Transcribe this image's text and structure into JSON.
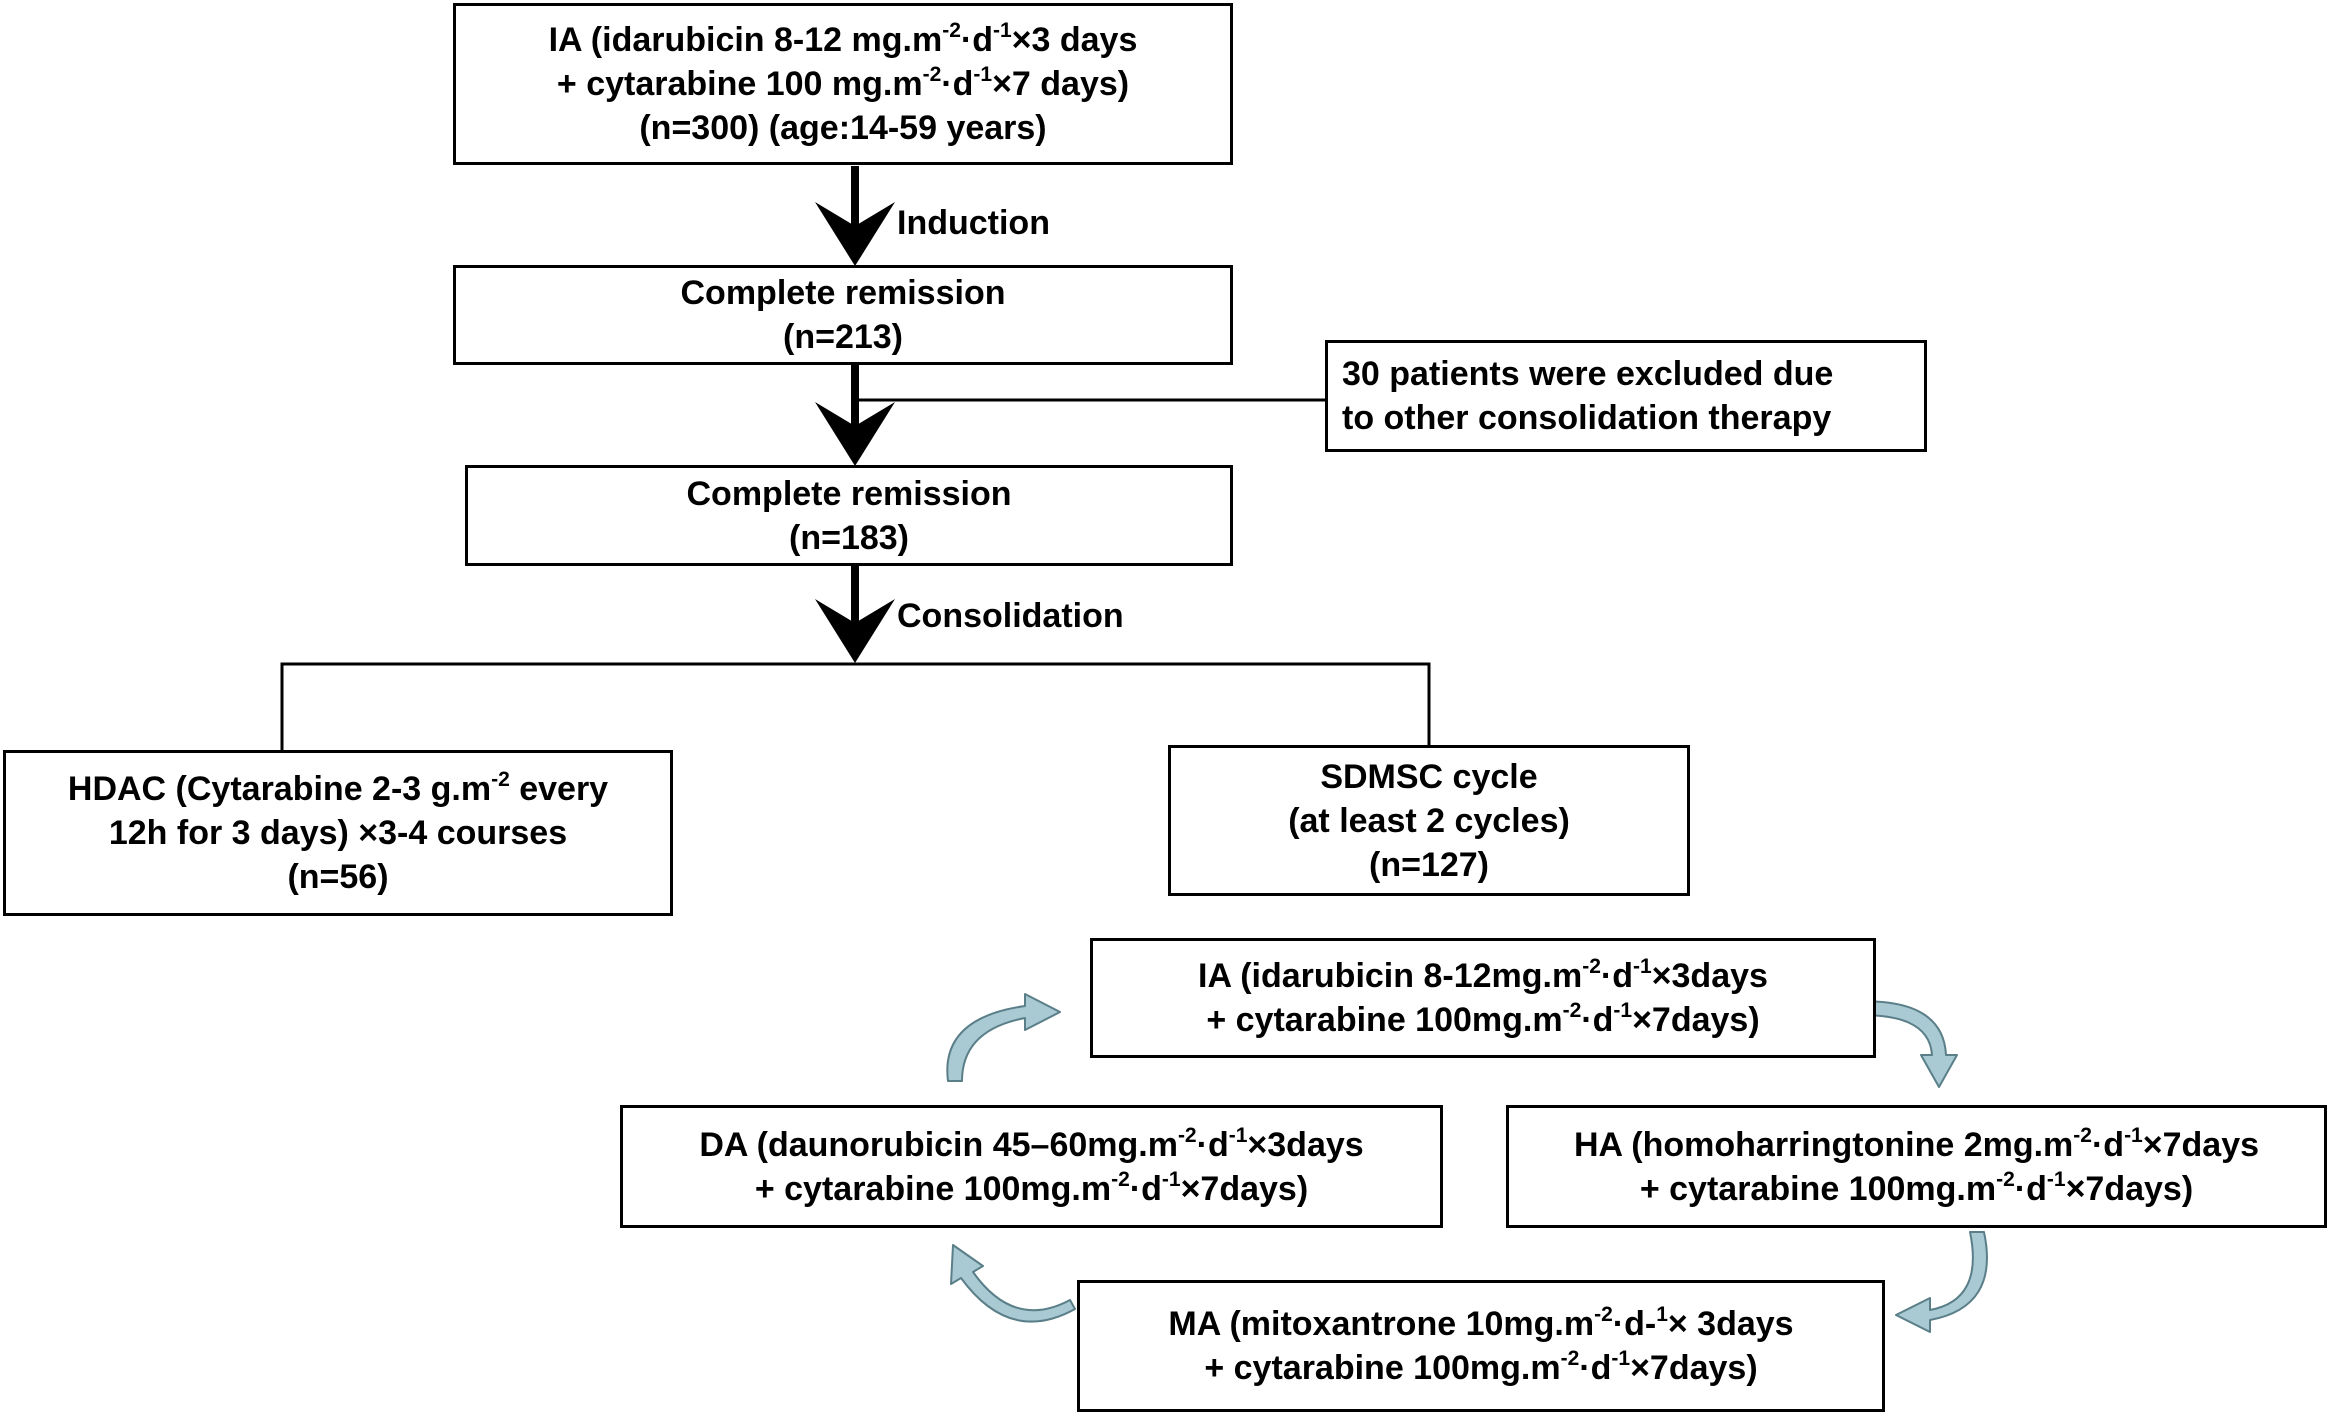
{
  "boxes": {
    "ia_start": {
      "line1": {
        "pre": "IA (idarubicin 8-12 mg.m",
        "sup1": "-2",
        "mid": "·d",
        "sup2": "-1",
        "post": "×3 days"
      },
      "line2": {
        "pre": "+ cytarabine 100 mg.m",
        "sup1": "-2",
        "mid": "·d",
        "sup2": "-1",
        "post": "×7 days)"
      },
      "line3": "(n=300) (age:14-59 years)"
    },
    "cr1": {
      "line1": "Complete remission",
      "line2": "(n=213)"
    },
    "excluded": {
      "line1": "30 patients were excluded due",
      "line2": "to other consolidation therapy"
    },
    "cr2": {
      "line1": "Complete remission",
      "line2": "(n=183)"
    },
    "hdac": {
      "line1": {
        "pre": "HDAC (Cytarabine 2-3 g.m",
        "sup1": "-2",
        "post": " every"
      },
      "line2": "12h for 3 days) ×3-4 courses",
      "line3": "(n=56)"
    },
    "sdmsc": {
      "line1": "SDMSC cycle",
      "line2": "(at least 2 cycles)",
      "line3": "(n=127)"
    },
    "ia_cycle": {
      "line1": {
        "pre": "IA (idarubicin 8-12mg.m",
        "sup1": "-2",
        "mid": "·d",
        "sup2": "-1",
        "post": "×3days"
      },
      "line2": {
        "pre": "+ cytarabine 100mg.m",
        "sup1": "-2",
        "mid": "·d",
        "sup2": "-1",
        "post": "×7days)"
      }
    },
    "da": {
      "line1": {
        "pre": "DA (daunorubicin 45–60mg.m",
        "sup1": "-2",
        "mid": "·d",
        "sup2": "-1",
        "post": "×3days"
      },
      "line2": {
        "pre": "+ cytarabine 100mg.m",
        "sup1": "-2",
        "mid": "·d",
        "sup2": "-1",
        "post": "×7days)"
      }
    },
    "ha": {
      "line1": {
        "pre": "HA (homoharringtonine 2mg.m",
        "sup1": "-2",
        "mid": "·d",
        "sup2": "-1",
        "post": "×7days"
      },
      "line2": {
        "pre": "+ cytarabine 100mg.m",
        "sup1": "-2",
        "mid": "·d",
        "sup2": "-1",
        "post": "×7days)"
      }
    },
    "ma": {
      "line1": {
        "pre": "MA (mitoxantrone 10mg.m",
        "sup1": "-2",
        "mid": "·d-",
        "sup2": "1",
        "post": "× 3days"
      },
      "line2": {
        "pre": "+ cytarabine 100mg.m",
        "sup1": "-2",
        "mid": "·d",
        "sup2": "-1",
        "post": "×7days)"
      }
    }
  },
  "labels": {
    "induction": "Induction",
    "consolidation": "Consolidation"
  },
  "colors": {
    "stroke": "#000000",
    "cycle_arrow_fill": "#a9c9d3",
    "cycle_arrow_stroke": "#5a7f88"
  }
}
